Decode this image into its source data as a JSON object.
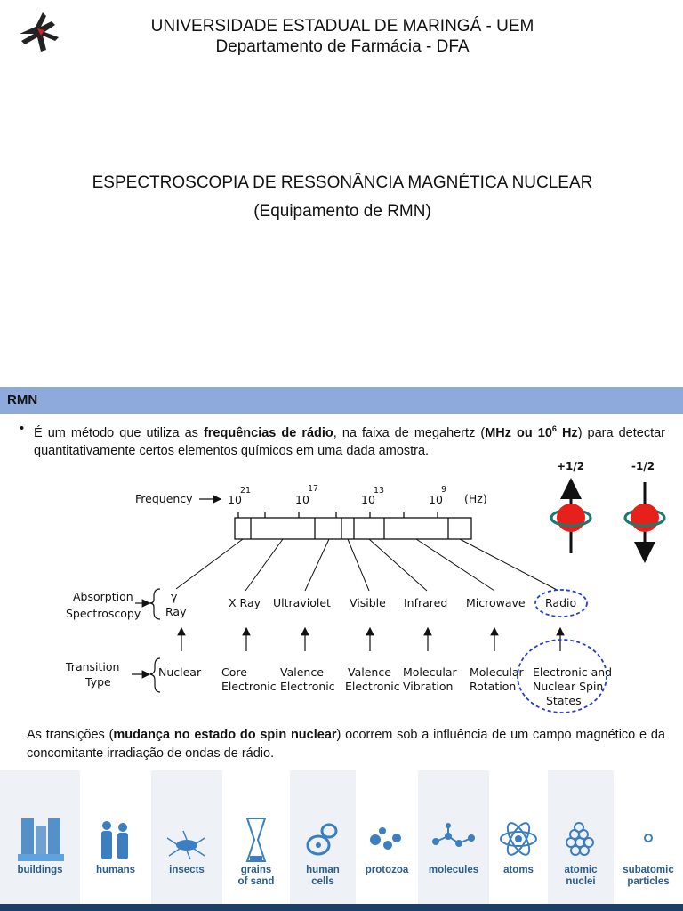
{
  "header": {
    "university": "UNIVERSIDADE ESTADUAL DE MARINGÁ - UEM",
    "department": "Departamento de Farmácia - DFA"
  },
  "slide_title": {
    "line1": "ESPECTROSCOPIA DE RESSONÂNCIA MAGNÉTICA NUCLEAR",
    "line2": "(Equipamento de RMN)"
  },
  "section": {
    "heading": "RMN",
    "bullet_part1": "É um método que utiliza as ",
    "bullet_bold1": "frequências de rádio",
    "bullet_part2": ", na faixa de megahertz (",
    "bullet_bold2": "MHz ou 10",
    "bullet_sup": "6",
    "bullet_bold3": " Hz",
    "bullet_part3": ") para detectar quantitativamente certos elementos químicos em uma dada amostra.",
    "transitions_part1": "As transições (",
    "transitions_bold": "mudança no estado do spin nuclear",
    "transitions_part2": ") ocorrem sob a influência de um campo magnético e da concomitante irradiação de ondas de rádio."
  },
  "diagram": {
    "frequency_label": "Frequency",
    "freq_ticks": [
      {
        "base": "10",
        "exp": "21"
      },
      {
        "base": "10",
        "exp": "17"
      },
      {
        "base": "10",
        "exp": "13"
      },
      {
        "base": "10",
        "exp": "9"
      }
    ],
    "unit": "(Hz)",
    "absorption_label_1": "Absorption",
    "absorption_label_2": "Spectroscopy",
    "gamma": "γ",
    "ray": "Ray",
    "spectra": [
      "X Ray",
      "Ultraviolet",
      "Visible",
      "Infrared",
      "Microwave",
      "Radio"
    ],
    "transition_label_1": "Transition",
    "transition_label_2": "Type",
    "transitions": [
      [
        "Nuclear"
      ],
      [
        "Core",
        "Electronic"
      ],
      [
        "Valence",
        "Electronic"
      ],
      [
        "Valence",
        "Electronic"
      ],
      [
        "Molecular",
        "Vibration"
      ],
      [
        "Molecular",
        "Rotation"
      ],
      [
        "Electronic and",
        "Nuclear Spin",
        "States"
      ]
    ],
    "spin_up": "+1/2",
    "spin_down": "-1/2",
    "highlight_color": "#1f3fd6",
    "sphere_color": "#e8201c",
    "orbit_color": "#1a7a6e"
  },
  "scale": {
    "items": [
      {
        "label": "buildings",
        "icon": "buildings-icon"
      },
      {
        "label": "humans",
        "icon": "humans-icon"
      },
      {
        "label": "insects",
        "icon": "insects-icon"
      },
      {
        "label": "grains\nof sand",
        "icon": "hourglass-icon"
      },
      {
        "label": "human\ncells",
        "icon": "cells-icon"
      },
      {
        "label": "protozoa",
        "icon": "protozoa-icon"
      },
      {
        "label": "molecules",
        "icon": "molecule-icon"
      },
      {
        "label": "atoms",
        "icon": "atom-icon"
      },
      {
        "label": "atomic\nnuclei",
        "icon": "nucleus-icon"
      },
      {
        "label": "subatomic\nparticles",
        "icon": "particle-icon"
      }
    ],
    "label_color": "#2a5d8a",
    "icon_color": "#3b7fc0"
  }
}
